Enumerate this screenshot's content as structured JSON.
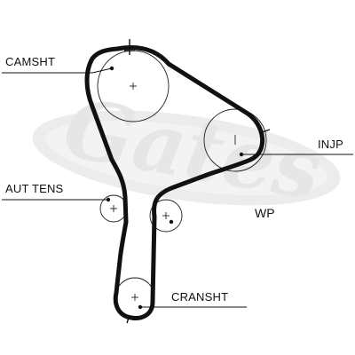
{
  "labels": {
    "camshaft": "CAMSHT",
    "injection_pump": "INJP",
    "auto_tensioner": "AUT TENS",
    "water_pump": "WP",
    "crankshaft": "CRANSHT"
  },
  "colors": {
    "belt": "#111111",
    "line": "#222222",
    "watermark": "#e8e8e8",
    "background": "#ffffff"
  },
  "watermark": {
    "brand": "Gates"
  }
}
